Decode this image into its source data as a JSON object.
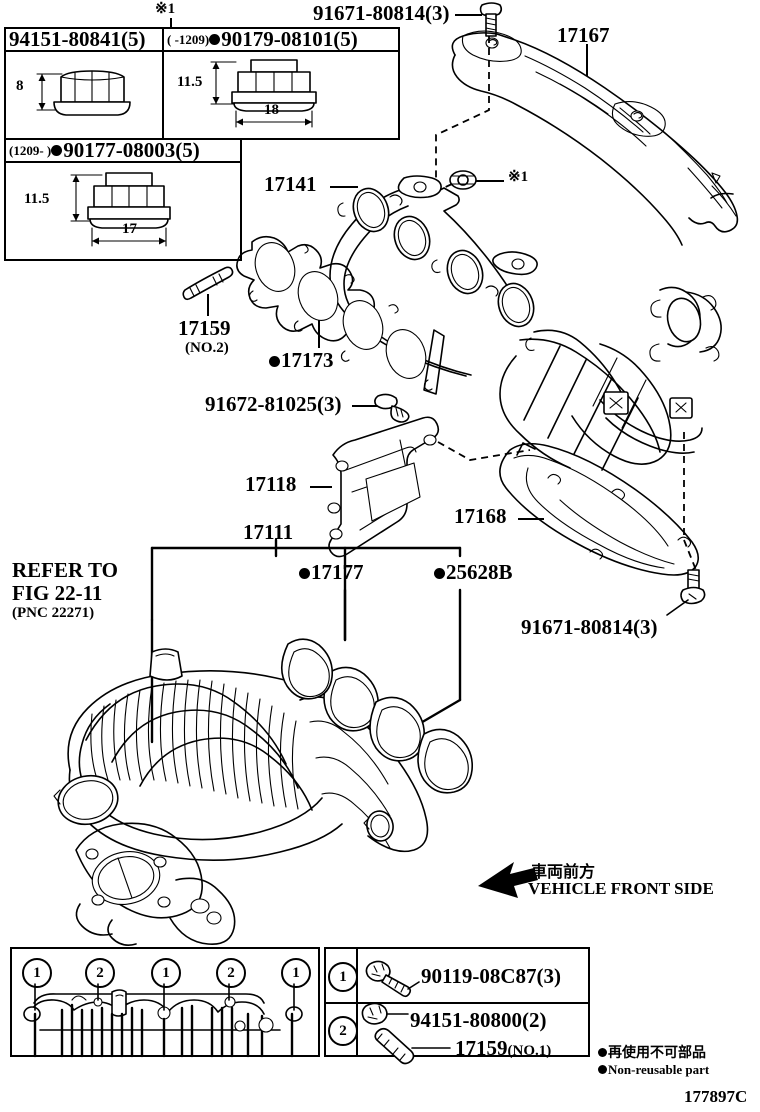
{
  "diagram": {
    "code": "177897C",
    "title_parts": [
      "Manifold",
      "Exhaust",
      "Intake"
    ]
  },
  "detail_boxes": [
    {
      "id": "box-94151-80841",
      "header": "94151-80841(5)",
      "non_reusable": false,
      "prefix": "",
      "dims": {
        "height": "8",
        "width": ""
      }
    },
    {
      "id": "box-90179-08101",
      "header_prefix": "(      -1209)",
      "header": "90179-08101(5)",
      "non_reusable": true,
      "dims": {
        "height": "11.5",
        "width": "18"
      }
    },
    {
      "id": "box-90177-08003",
      "header_prefix": "(1209-        )",
      "header": "90177-08003(5)",
      "non_reusable": true,
      "dims": {
        "height": "11.5",
        "width": "17"
      }
    }
  ],
  "callouts": [
    {
      "id": "note-mark-top",
      "text": "※1"
    },
    {
      "id": "note-mark-mid",
      "text": "※1"
    },
    {
      "id": "pn-91671-80814-top",
      "text": "91671-80814(3)",
      "non_reusable": false
    },
    {
      "id": "pn-17167",
      "text": "17167",
      "non_reusable": false
    },
    {
      "id": "pn-17141",
      "text": "17141",
      "non_reusable": false
    },
    {
      "id": "pn-17159-no2",
      "text": "17159",
      "sub": "(NO.2)",
      "non_reusable": false
    },
    {
      "id": "pn-17173",
      "text": "17173",
      "non_reusable": true
    },
    {
      "id": "pn-91672-81025",
      "text": "91672-81025(3)",
      "non_reusable": false
    },
    {
      "id": "pn-17118",
      "text": "17118",
      "non_reusable": false
    },
    {
      "id": "pn-17168",
      "text": "17168",
      "non_reusable": false
    },
    {
      "id": "pn-17111",
      "text": "17111",
      "non_reusable": false
    },
    {
      "id": "pn-17177",
      "text": "17177",
      "non_reusable": true
    },
    {
      "id": "pn-25628B",
      "text": "25628B",
      "non_reusable": true
    },
    {
      "id": "pn-91671-80814-bot",
      "text": "91671-80814(3)",
      "non_reusable": false
    }
  ],
  "refer": {
    "line1": "REFER TO",
    "line2": "FIG 22-11",
    "line3": "(PNC 22271)"
  },
  "vehicle_front": {
    "jp": "車両前方",
    "en": "VEHICLE FRONT SIDE"
  },
  "legend": {
    "jp": "再使用不可部品",
    "en": "Non-reusable part"
  },
  "bottom_table": {
    "gasket_callouts": [
      "1",
      "2",
      "1",
      "2",
      "1"
    ],
    "rows": [
      {
        "num": "1",
        "items": [
          {
            "label": "90119-08C87(3)",
            "suffix": ""
          }
        ]
      },
      {
        "num": "2",
        "items": [
          {
            "label": "94151-80800(2)",
            "suffix": ""
          },
          {
            "label": "17159",
            "suffix": "(NO.1)"
          }
        ]
      }
    ]
  }
}
